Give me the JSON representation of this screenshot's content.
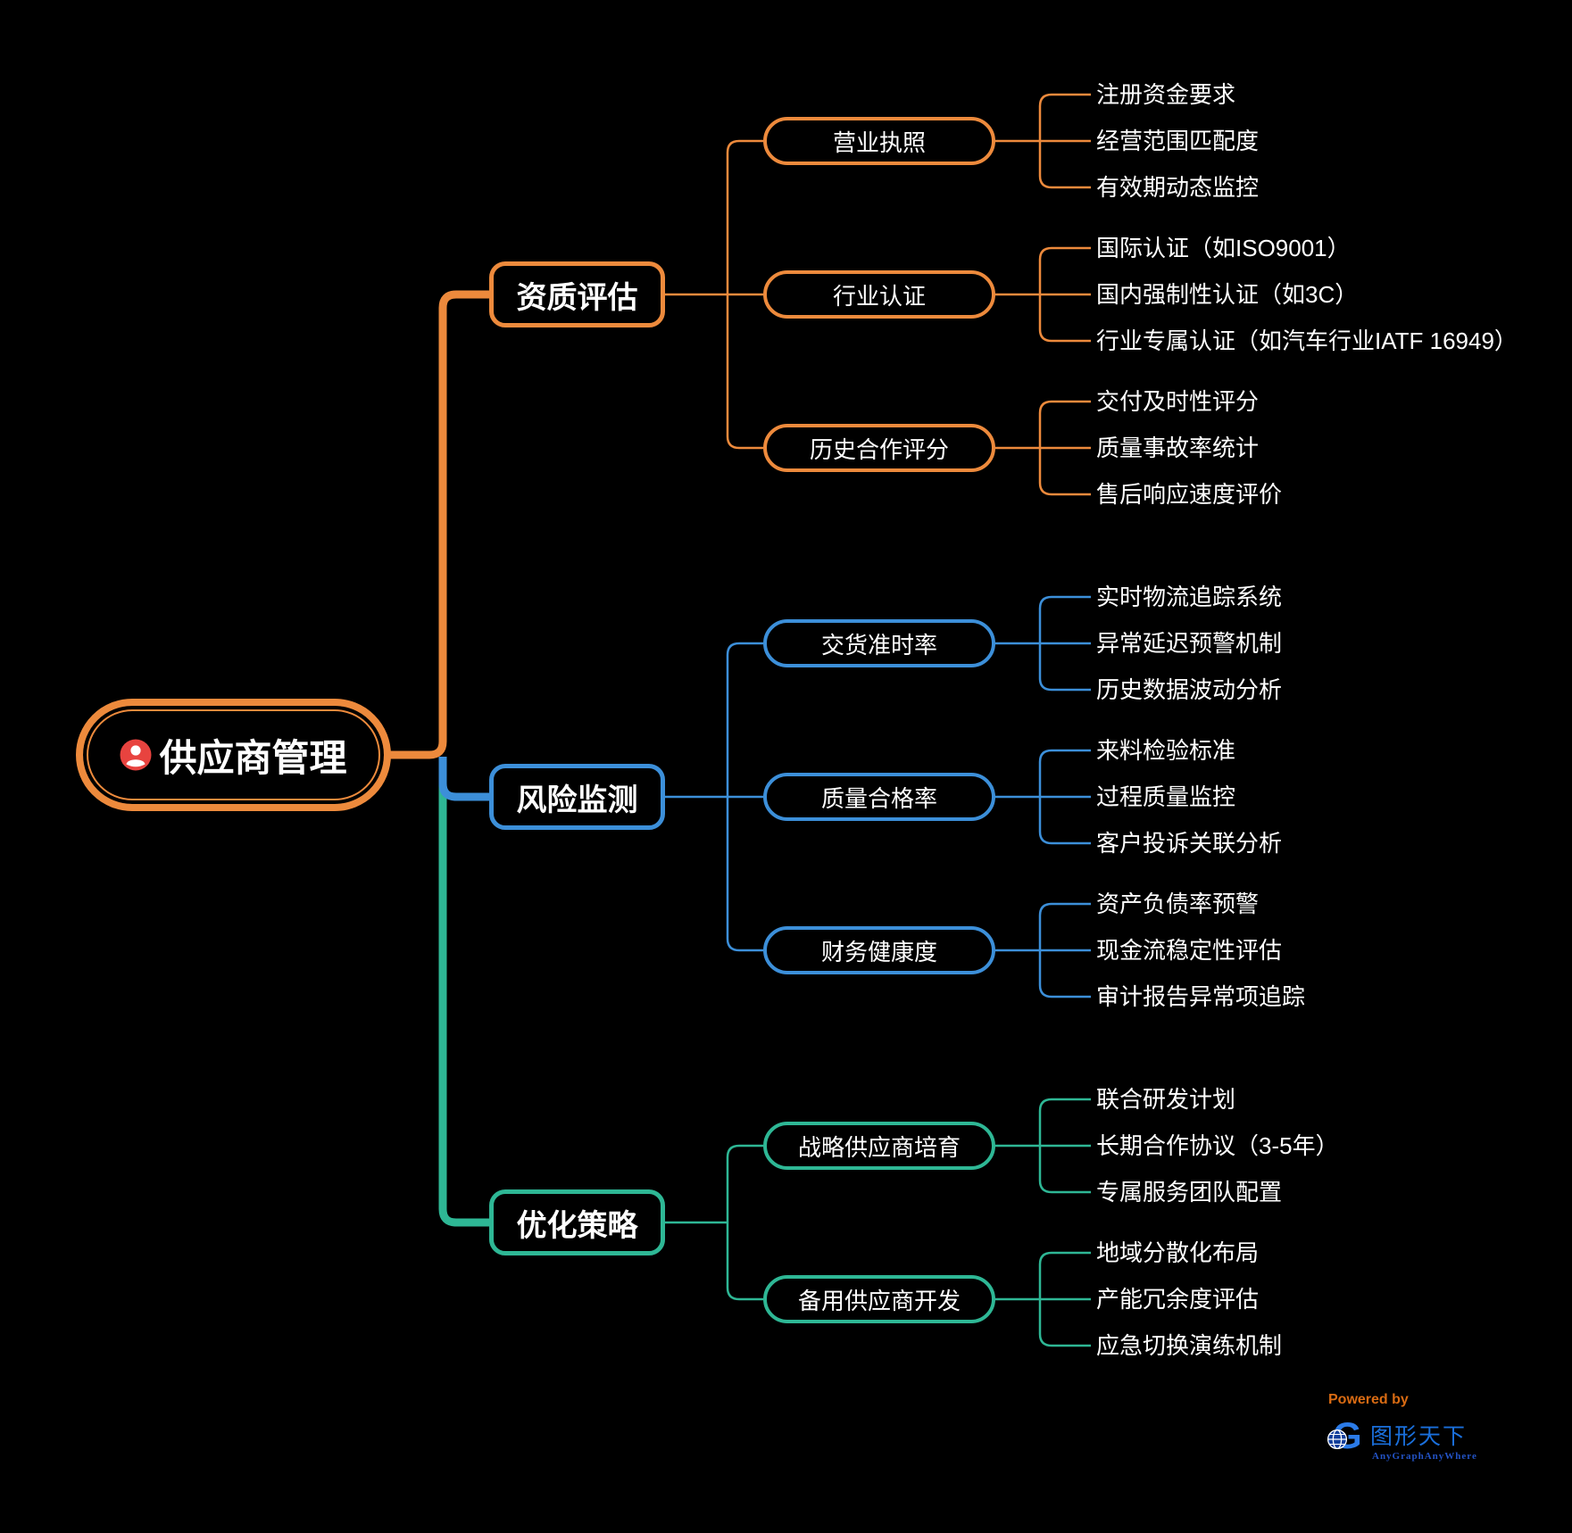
{
  "root": {
    "label": "供应商管理",
    "icon": "person"
  },
  "branches": [
    {
      "label": "资质评估",
      "color": "#ED8A3C",
      "groups": [
        {
          "label": "营业执照",
          "leaves": [
            "注册资金要求",
            "经营范围匹配度",
            "有效期动态监控"
          ]
        },
        {
          "label": "行业认证",
          "leaves": [
            "国际认证（如ISO9001）",
            "国内强制性认证（如3C）",
            "行业专属认证（如汽车行业IATF 16949）"
          ]
        },
        {
          "label": "历史合作评分",
          "leaves": [
            "交付及时性评分",
            "质量事故率统计",
            "售后响应速度评价"
          ]
        }
      ]
    },
    {
      "label": "风险监测",
      "color": "#3C8FD9",
      "groups": [
        {
          "label": "交货准时率",
          "leaves": [
            "实时物流追踪系统",
            "异常延迟预警机制",
            "历史数据波动分析"
          ]
        },
        {
          "label": "质量合格率",
          "leaves": [
            "来料检验标准",
            "过程质量监控",
            "客户投诉关联分析"
          ]
        },
        {
          "label": "财务健康度",
          "leaves": [
            "资产负债率预警",
            "现金流稳定性评估",
            "审计报告异常项追踪"
          ]
        }
      ]
    },
    {
      "label": "优化策略",
      "color": "#2EB795",
      "groups": [
        {
          "label": "战略供应商培育",
          "leaves": [
            "联合研发计划",
            "长期合作协议（3-5年）",
            "专属服务团队配置"
          ]
        },
        {
          "label": "备用供应商开发",
          "leaves": [
            "地域分散化布局",
            "产能冗余度评估",
            "应急切换演练机制"
          ]
        }
      ]
    }
  ],
  "footer": {
    "powered_by": "Powered by",
    "brand": "图形天下",
    "tagline": "AnyGraphAnyWhere"
  },
  "colors": {
    "background": "#000000",
    "text": "#FFFFFF",
    "orange": "#ED8A3C",
    "blue": "#3C8FD9",
    "teal": "#2EB795",
    "root_icon_red": "#E8433F",
    "powered_by": "#D96B13",
    "brand": "#1A6FDB",
    "tagline": "#2353C5",
    "logo_blue": "#2B7BE8",
    "logo_dark_blue": "#123E9B"
  }
}
